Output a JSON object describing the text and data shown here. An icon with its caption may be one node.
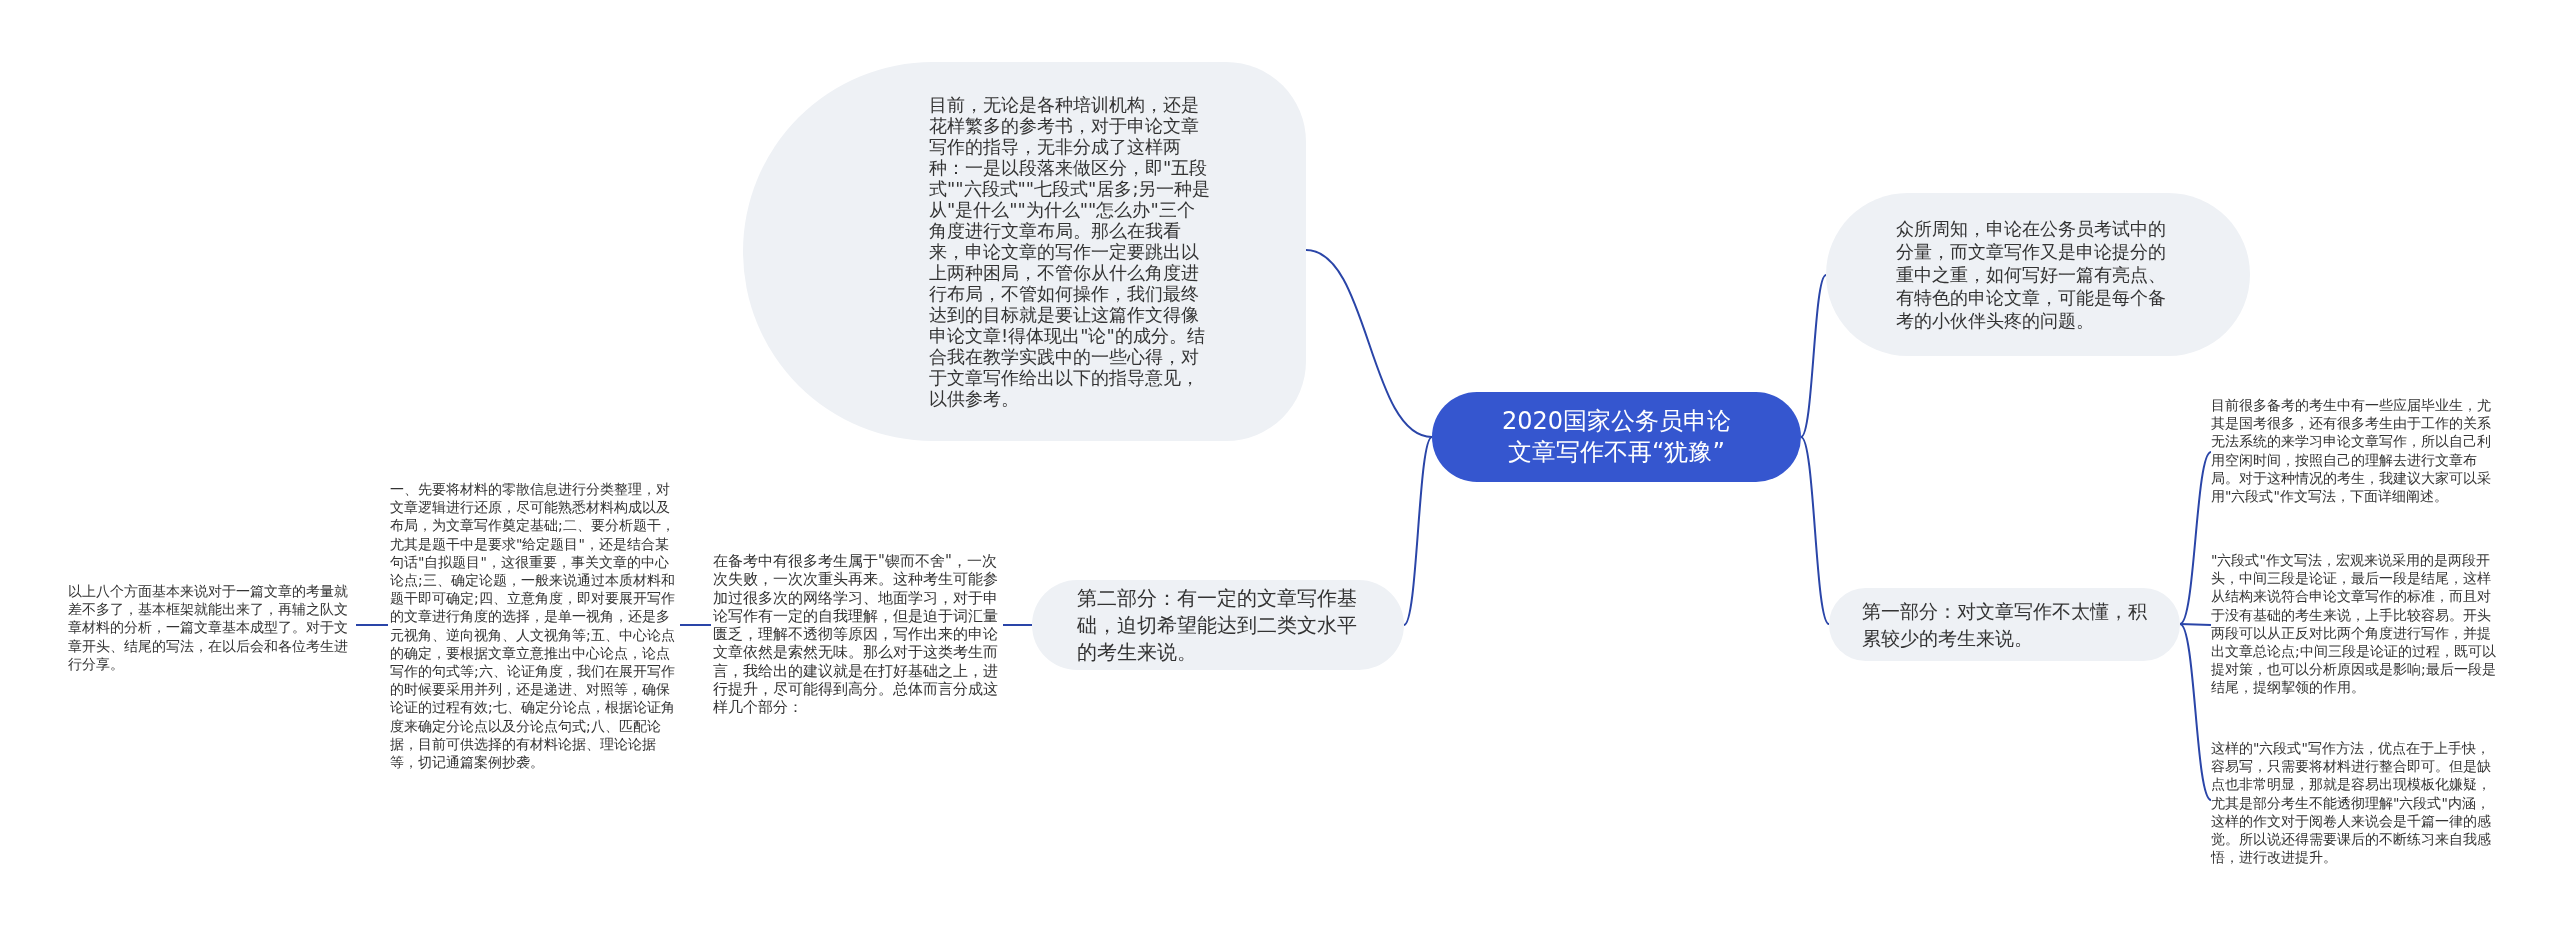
{
  "diagram": {
    "nodes": [
      {
        "text": [
          "2020国家公务员申论文章写作不再“犹豫”"
        ]
      },
      {
        "text": [
          "目前，无论是各种培训机构，还是花样繁多的参考书，对于申论文章写作的指导，无非分成了这样两种：一是以段落来做区分，即\"五段式\"\"六段式\"\"七段式\"居多;另一种是从\"是什么\"\"为什么\"\"怎么办\"三个角度进行文章布局。那么在我看来，申论文章的写作一定要跳出以上两种困局，不管你从什么角度进行布局，不管如何操作，我们最终达到的目标就是要让这篇作文得像申论文章!得体现出\"论\"的成分。结合我在教学实践中的一些心得，对于文章写作给出以下的指导意见，以供参考。"
        ]
      },
      {
        "text": [
          "众所周知，申论在公务员考试中的分量，而文章写作又是申论提分的重中之重，如何写好一篇有亮点、有特色的申论文章，可能是每个备考的小伙伴头疼的问题。"
        ]
      },
      {
        "text": [
          "第一部分：对文章写作不太懂，积累较少的考生来说。"
        ]
      },
      {
        "text": [
          "目前很多备考的考生中有一些应届毕业生，尤其是国考很多，还有很多考生由于工作的关系无法系统的来学习申论文章写作，所以自己利用空闲时间，按照自己的理解去进行文章布局。对于这种情况的考生，我建议大家可以采用\"六段式\"作文写法，下面详细阐述。"
        ]
      },
      {
        "text": [
          "\"六段式\"作文写法，宏观来说采用的是两段开头，中间三段是论证，最后一段是结尾，这样从结构来说符合申论文章写作的标准，而且对于没有基础的考生来说，上手比较容易。开头两段可以从正反对比两个角度进行写作，并提出文章总论点;中间三段是论证的过程，既可以提对策，也可以分析原因或是影响;最后一段是结尾，提纲挈领的作用。"
        ]
      },
      {
        "text": [
          "这样的\"六段式\"写作方法，优点在于上手快，容易写，只需要将材料进行整合即可。但是缺点也非常明显，那就是容易出现模板化嫌疑，尤其是部分考生不能透彻理解\"六段式\"内涵，这样的作文对于阅卷人来说会是千篇一律的感觉。所以说还得需要课后的不断练习来自我感悟，进行改进提升。"
        ]
      },
      {
        "text": [
          "第二部分：有一定的文章写作基础，迫切希望能达到二类文水平的考生来说。"
        ]
      },
      {
        "text": [
          "在备考中有很多考生属于\"锲而不舍\"，一次次失败，一次次重头再来。这种考生可能参加过很多次的网络学习、地面学习，对于申论写作有一定的自我理解，但是迫于词汇量匮乏，理解不透彻等原因，写作出来的申论文章依然是索然无味。那么对于这类考生而言，我给出的建议就是在打好基础之上，进行提升，尽可能得到高分。总体而言分成这样几个部分："
        ]
      },
      {
        "text": [
          "一、先要将材料的零散信息进行分类整理，对文章逻辑进行还原，尽可能熟悉材料构成以及布局，为文章写作奠定基础;二、要分析题干，尤其是题干中是要求\"给定题目\"，还是结合某句话\"自拟题目\"，这很重要，事关文章的中心论点;三、确定论题，一般来说通过本质材料和题干即可确定;四、立意角度，即对要展开写作的文章进行角度的选择，是单一视角，还是多元视角、逆向视角、人文视角等;五、中心论点的确定，要根据文章立意推出中心论点，论点写作的句式等;六、论证角度，我们在展开写作的时候要采用并列，还是递进、对照等，确保论证的过程有效;七、确定分论点，根据论证角度来确定分论点以及分论点句式;八、匹配论据，目前可供选择的有材料论据、理论论据等，切记通篇案例抄袭。"
        ]
      },
      {
        "text": [
          "以上八个方面基本来说对于一篇文章的考量就差不多了，基本框架就能出来了，再辅之队文章材料的分析，一篇文章基本成型了。对于文章开头、结尾的写法，在以后会和各位考生进行分享。"
        ]
      }
    ],
    "edges": [
      {
        "from": 0,
        "to": 1,
        "arrow": "none"
      },
      {
        "from": 0,
        "to": 2,
        "arrow": "none"
      },
      {
        "from": 0,
        "to": 3,
        "arrow": "none"
      },
      {
        "from": 0,
        "to": 7,
        "arrow": "none"
      },
      {
        "from": 3,
        "to": 4,
        "arrow": "none"
      },
      {
        "from": 3,
        "to": 5,
        "arrow": "none"
      },
      {
        "from": 3,
        "to": 6,
        "arrow": "none"
      },
      {
        "from": 7,
        "to": 8,
        "arrow": "none"
      },
      {
        "from": 8,
        "to": 9,
        "arrow": "none"
      },
      {
        "from": 9,
        "to": 10,
        "arrow": "none"
      }
    ]
  }
}
